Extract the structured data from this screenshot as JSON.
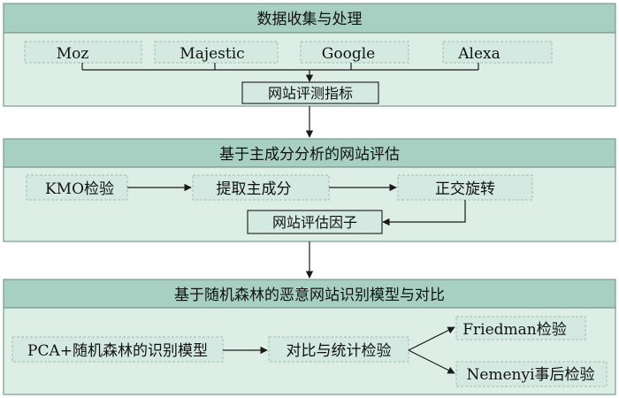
{
  "colors": {
    "header_fill": "#a7cfc2",
    "body_fill": "#ddeee6",
    "border": "#7a9a8e",
    "dashed_border": "#9fbfb3",
    "box_fill": "#d3e9e1",
    "line": "#1a1a1a"
  },
  "section1": {
    "title": "数据收集与处理",
    "sources": [
      "Moz",
      "Majestic",
      "Google",
      "Alexa"
    ],
    "result": "网站评测指标"
  },
  "section2": {
    "title": "基于主成分分析的网站评估",
    "steps": [
      "KMO检验",
      "提取主成分",
      "正交旋转"
    ],
    "result": "网站评估因子"
  },
  "section3": {
    "title": "基于随机森林的恶意网站识别模型与对比",
    "model": "PCA+随机森林的识别模型",
    "compare": "对比与统计检验",
    "tests": [
      "Friedman检验",
      "Nemenyi事后检验"
    ]
  }
}
